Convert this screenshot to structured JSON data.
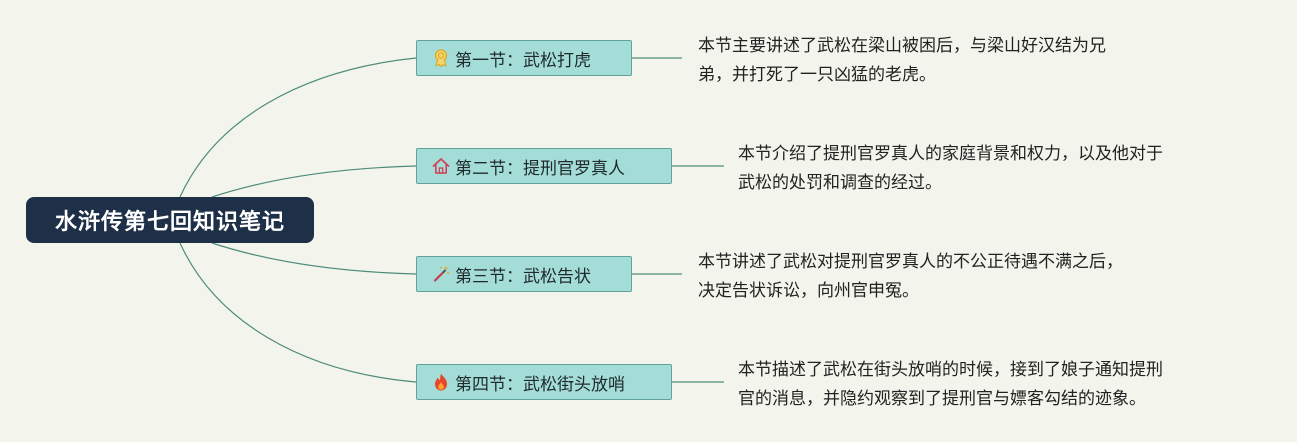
{
  "root": {
    "title": "水浒传第七回知识笔记"
  },
  "sections": [
    {
      "label": "第一节：武松打虎",
      "icon": "medal-icon",
      "note_lines": [
        "本节主要讲述了武松在梁山被困后，与梁山好汉结为兄",
        "弟，并打死了一只凶猛的老虎。"
      ]
    },
    {
      "label": "第二节：提刑官罗真人",
      "icon": "house-icon",
      "note_lines": [
        "本节介绍了提刑官罗真人的家庭背景和权力，以及他对于",
        "武松的处罚和调查的经过。"
      ]
    },
    {
      "label": "第三节：武松告状",
      "icon": "magic-wand-icon",
      "note_lines": [
        "本节讲述了武松对提刑官罗真人的不公正待遇不满之后，",
        "决定告状诉讼，向州官申冤。"
      ]
    },
    {
      "label": "第四节：武松街头放哨",
      "icon": "fire-icon",
      "note_lines": [
        "本节描述了武松在街头放哨的时候，接到了娘子通知提刑",
        "官的消息，并隐约观察到了提刑官与嫖客勾结的迹象。"
      ]
    }
  ],
  "colors": {
    "background": "#f3f4ec",
    "root_fill": "#1e2f48",
    "topic_fill": "#a4dcd8",
    "topic_border": "#5fa39f",
    "link": "#4e8c7a"
  }
}
